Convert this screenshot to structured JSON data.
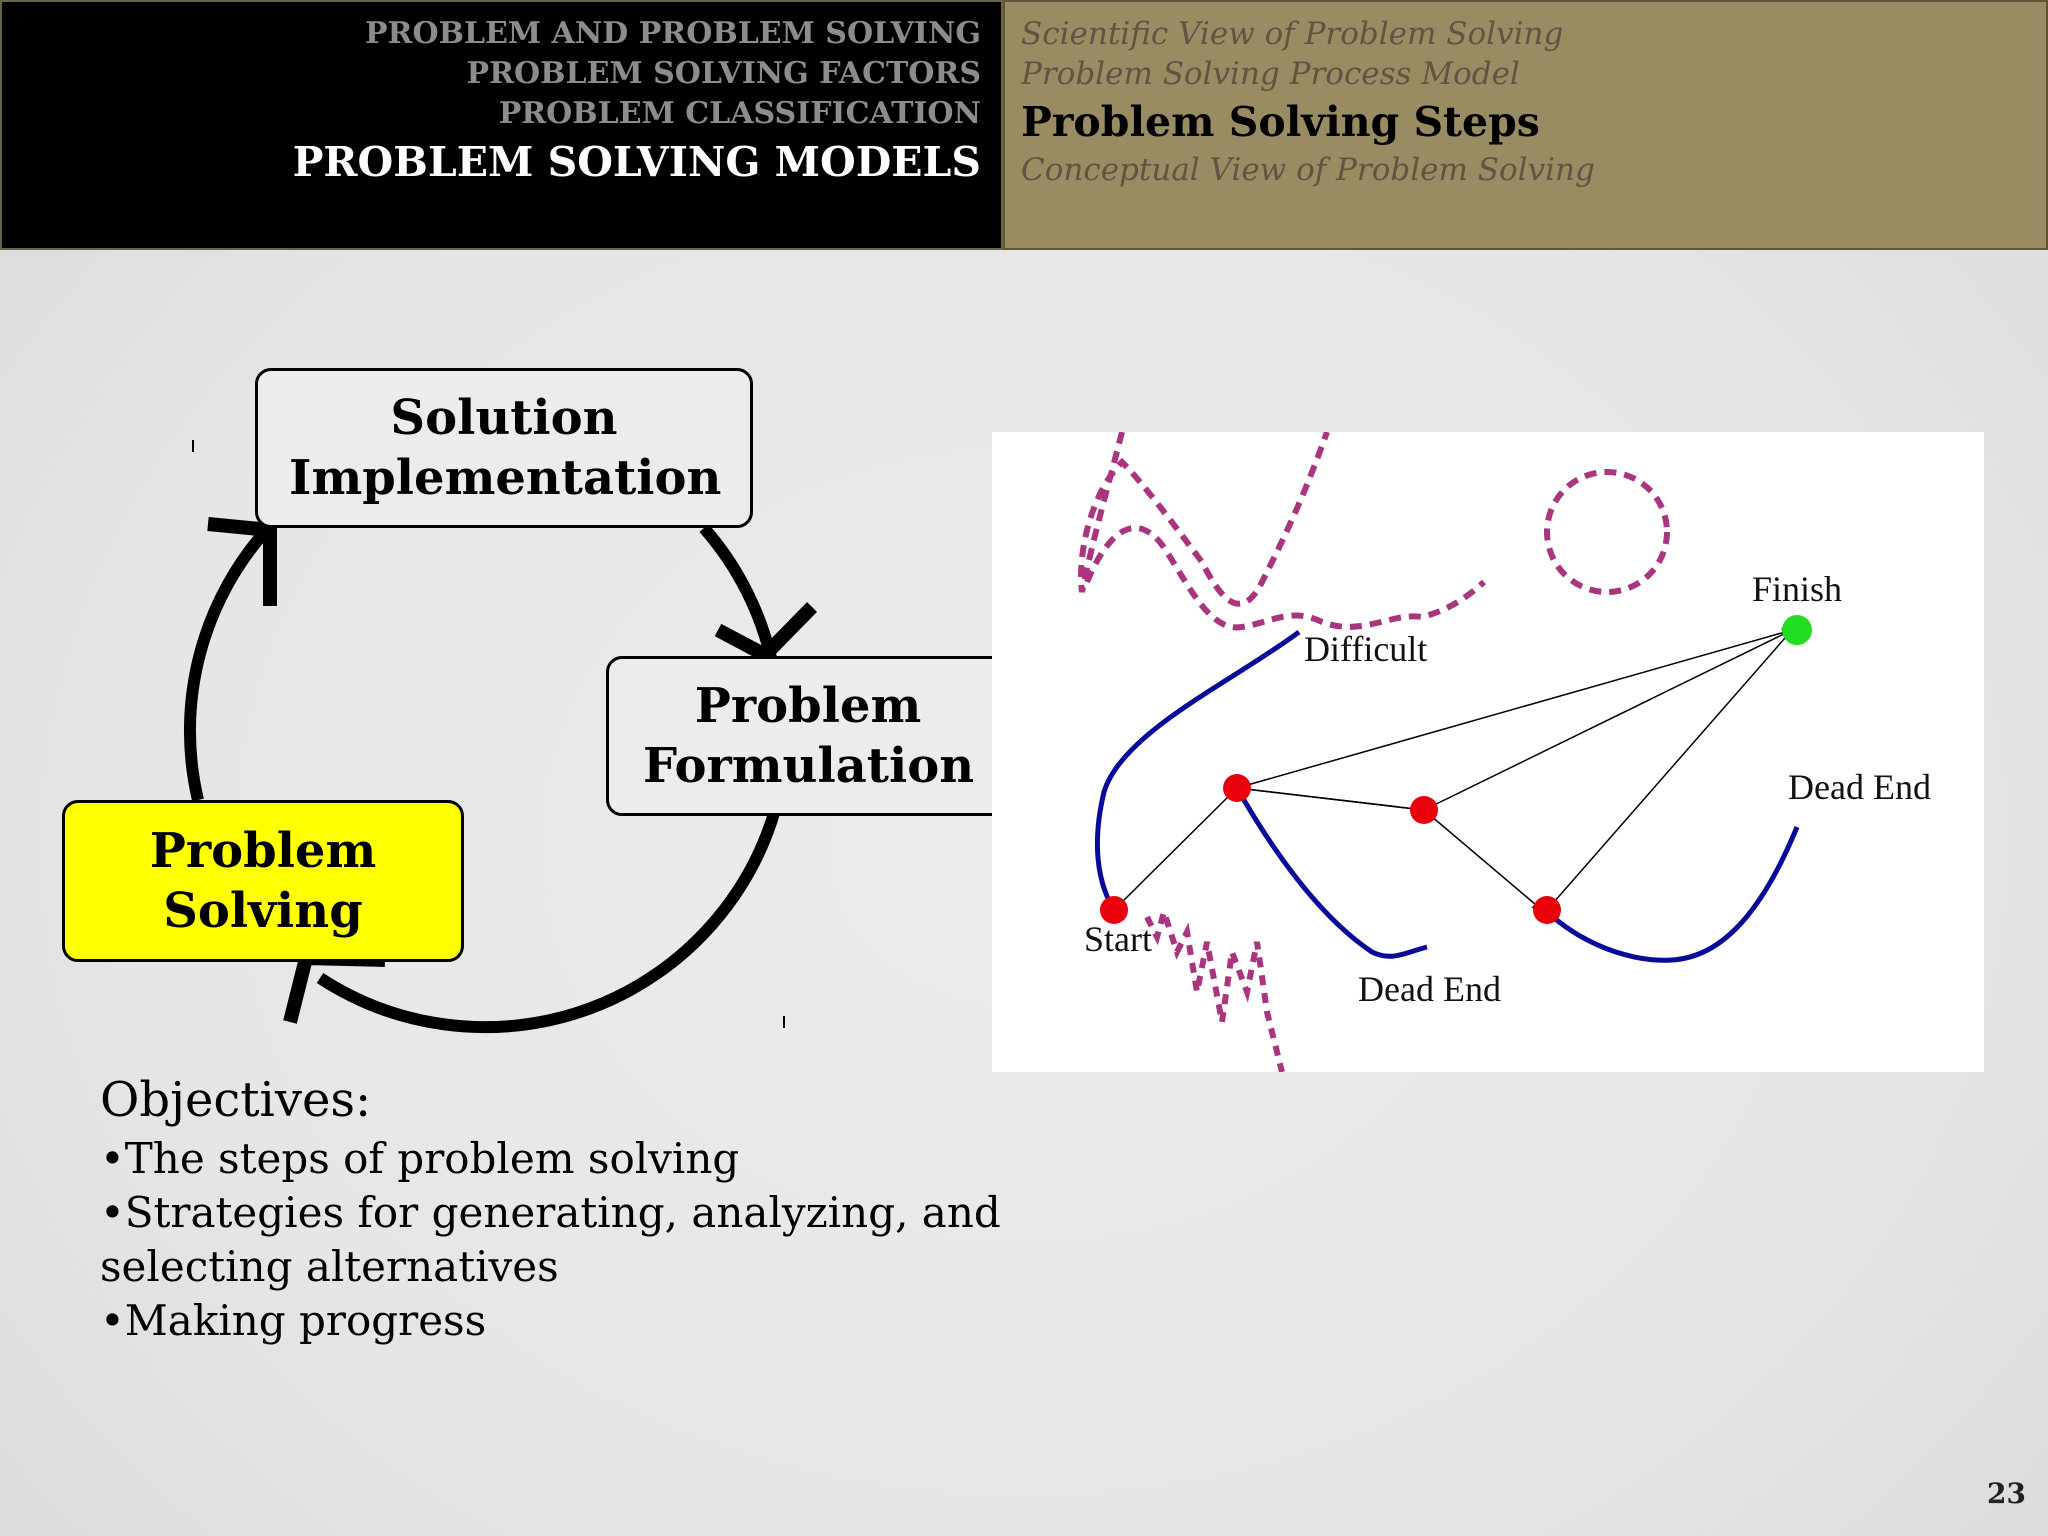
{
  "header": {
    "left_items": [
      {
        "label": "PROBLEM AND PROBLEM SOLVING",
        "active": false
      },
      {
        "label": "PROBLEM SOLVING FACTORS",
        "active": false
      },
      {
        "label": "PROBLEM CLASSIFICATION",
        "active": false
      },
      {
        "label": "PROBLEM SOLVING MODELS",
        "active": true
      }
    ],
    "right_items": [
      {
        "label": "Scientific View of Problem Solving",
        "active": false
      },
      {
        "label": "Problem Solving Process Model",
        "active": false
      },
      {
        "label": "Problem Solving Steps",
        "active": true
      },
      {
        "label": "Conceptual  View of Problem Solving",
        "active": false
      }
    ]
  },
  "cycle": {
    "solution_implementation": "Solution Implementation",
    "problem_formulation": "Problem Formulation",
    "problem_solving": "Problem Solving"
  },
  "path_diagram": {
    "labels": {
      "difficult": "Difficult",
      "finish": "Finish",
      "dead_end_right": "Dead End",
      "start": "Start",
      "dead_end_bottom": "Dead End"
    },
    "colors": {
      "node": "#e8000b",
      "finish_node": "#22dd22",
      "path": "#0a0a9a",
      "dashed": "#a8357e"
    }
  },
  "objectives": {
    "title": "Objectives:",
    "items": [
      "•The steps of problem solving",
      "•Strategies for generating, analyzing, and selecting alternatives",
      "•Making progress"
    ]
  },
  "page_number": "23"
}
